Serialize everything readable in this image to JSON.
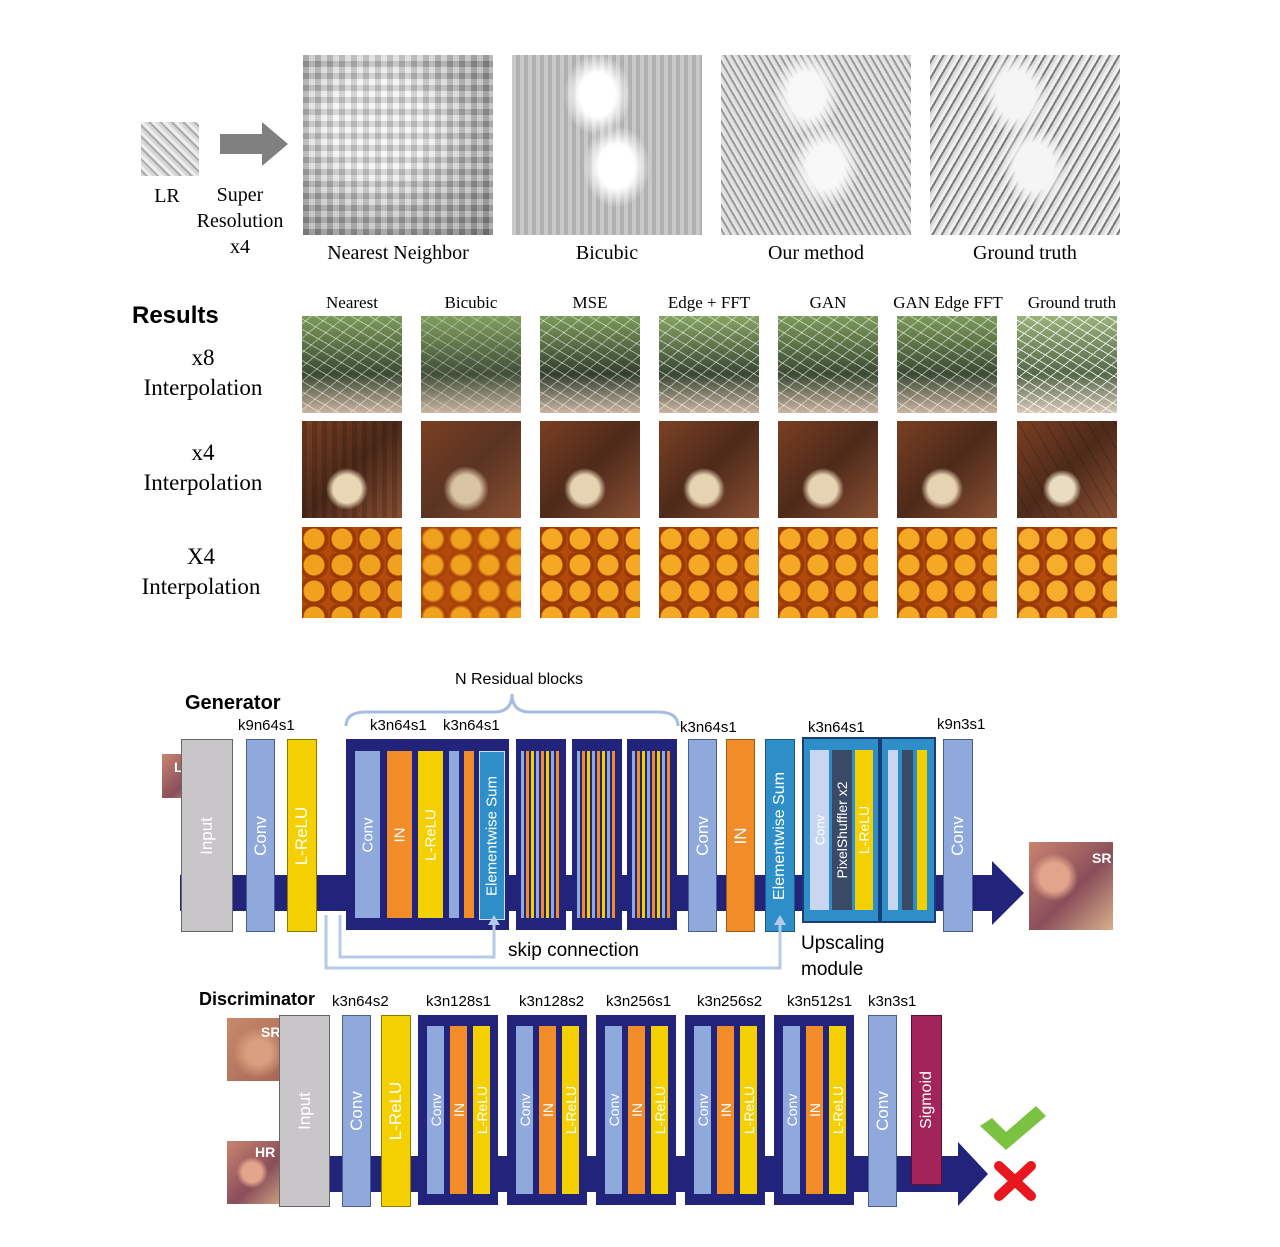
{
  "top": {
    "lr_label": "LR",
    "arrow_label": [
      "Super",
      "Resolution",
      "x4"
    ],
    "captions": [
      "Nearest Neighbor",
      "Bicubic",
      "Our method",
      "Ground truth"
    ]
  },
  "results": {
    "title": "Results",
    "columns": [
      "Nearest",
      "Bicubic",
      "MSE",
      "Edge + FFT",
      "GAN",
      "GAN Edge FFT",
      "Ground truth"
    ],
    "rows": [
      {
        "scale": "x8",
        "label": "Interpolation"
      },
      {
        "scale": "x4",
        "label": "Interpolation"
      },
      {
        "scale": "X4",
        "label": "Interpolation"
      }
    ]
  },
  "generator": {
    "title": "Generator",
    "residual_label": "N Residual blocks",
    "params": {
      "conv1": "k9n64s1",
      "res_conv1": "k3n64s1",
      "res_conv2": "k3n64s1",
      "post_conv": "k3n64s1",
      "upscale_conv": "k3n64s1",
      "final_conv": "k9n3s1"
    },
    "layers": {
      "input": "Input",
      "conv": "Conv",
      "lrelu": "L-ReLU",
      "in": "IN",
      "elementwise": "Elementwise Sum",
      "pixelshuffler": "PixelShuffler x2"
    },
    "skip_label": "skip connection",
    "upscaling_label": [
      "Upscaling",
      "module"
    ],
    "lr_badge": "LR",
    "sr_badge": "SR"
  },
  "discriminator": {
    "title": "Discriminator",
    "params": [
      "k3n64s2",
      "k3n128s1",
      "k3n128s2",
      "k3n256s1",
      "k3n256s2",
      "k3n512s1",
      "k3n3s1"
    ],
    "layers": {
      "input": "Input",
      "conv": "Conv",
      "lrelu": "L-ReLU",
      "in": "IN",
      "sigmoid": "Sigmoid"
    },
    "sr_badge": "SR",
    "hr_badge": "HR"
  },
  "colors": {
    "navy": "#22237a",
    "conv": "#8fa9dc",
    "in": "#f28c28",
    "lrelu": "#f5d000",
    "elementwise": "#2e8fc8",
    "input": "#c8c6c8",
    "sigmoid": "#a3245a",
    "check": "#7cc242",
    "cross": "#e8161e"
  }
}
